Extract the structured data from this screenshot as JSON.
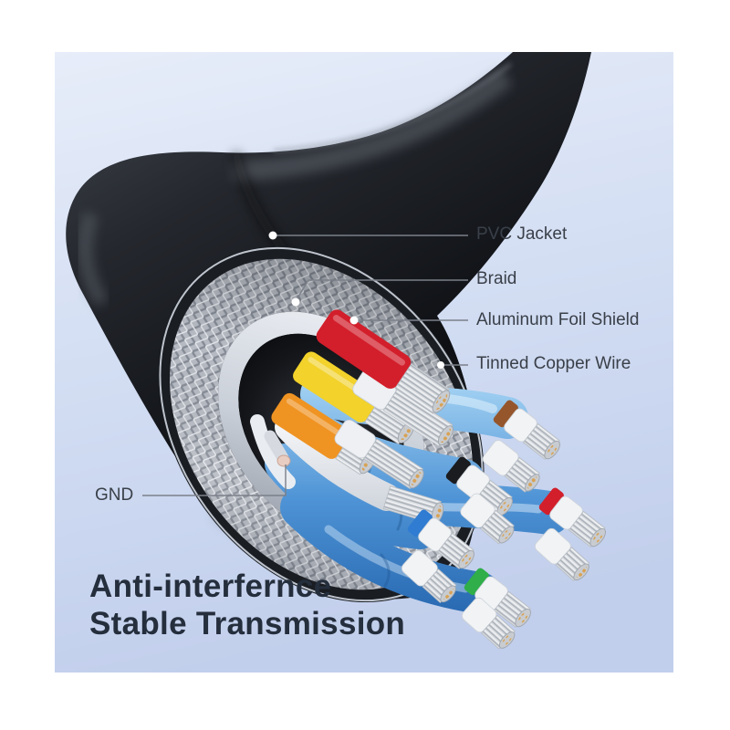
{
  "photo": {
    "bg_top": "#e7edf9",
    "bg_mid": "#d3def3",
    "bg_bottom": "#c2cfec",
    "margin_color": "#ffffff"
  },
  "callouts": {
    "pvc_jacket": {
      "label": "PVC Jacket"
    },
    "braid": {
      "label": "Braid"
    },
    "aluminum_foil_shield": {
      "label": "Aluminum Foil Shield"
    },
    "tinned_copper_wire": {
      "label": "Tinned Copper Wire"
    },
    "gnd": {
      "label": "GND"
    }
  },
  "title": {
    "line1": "Anti-interfernce",
    "line2": "Stable Transmission",
    "color": "#242e3c"
  },
  "cable": {
    "layers": [
      "PVC Jacket",
      "Braid",
      "Aluminum Foil Shield",
      "Tinned Copper Wire",
      "GND"
    ],
    "colors": {
      "jacket": "#17191d",
      "braid_silver": "#b7bbc3",
      "foil_white": "#eef1f6",
      "red_wire": "#d21f2b",
      "yellow_wire": "#f2d22b",
      "orange_wire": "#ef9322",
      "white_wire": "#eef0f3",
      "pair_jacket_blue": "#4f94d6",
      "tinned_strand": "#dadde1",
      "copper_tip": "#d8a254",
      "gnd_tip": "#e8cdc2"
    },
    "pair_band_colors": {
      "brown": "#96562b",
      "black": "#1b1c1f",
      "red": "#d21f2b",
      "blue": "#2f7cd2",
      "green": "#2fae4a"
    },
    "twisted_pairs": [
      "brown",
      "black",
      "red",
      "blue",
      "green"
    ]
  },
  "label_style": {
    "text_color": "#3a4049",
    "line_color": "#7b8089"
  }
}
